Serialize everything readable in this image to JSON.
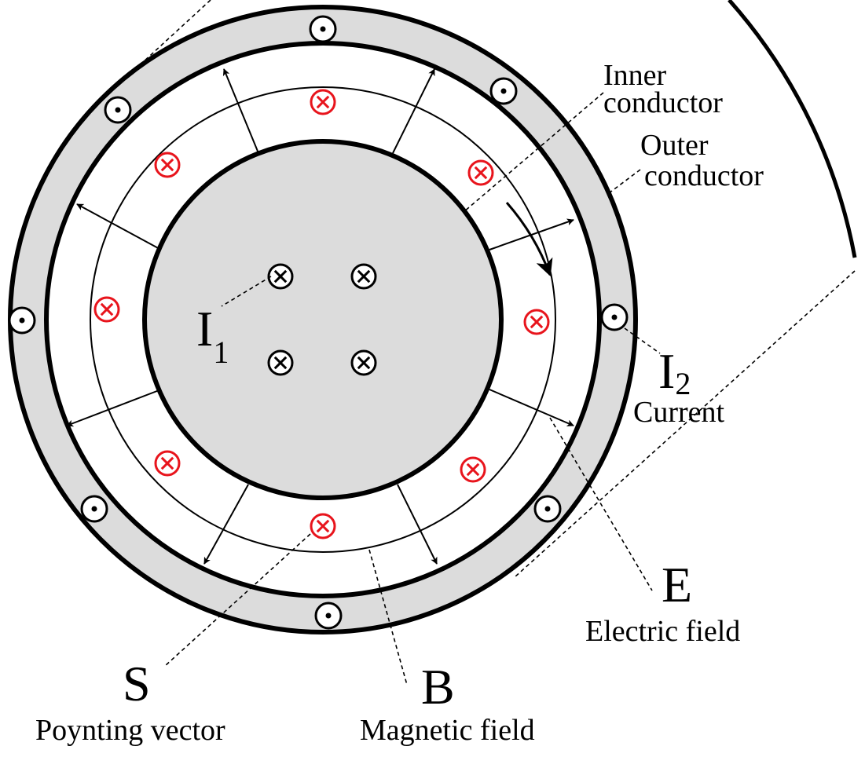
{
  "labels": {
    "inner_conductor": [
      "Inner",
      "conductor"
    ],
    "outer_conductor": [
      "Outer",
      "conductor"
    ],
    "i1_letter": "I",
    "i1_sub": "1",
    "i2_letter": "I",
    "i2_sub": "2",
    "current": "Current",
    "e_letter": "E",
    "electric_field": "Electric field",
    "s_letter": "S",
    "poynting_vector": "Poynting vector",
    "b_letter": "B",
    "magnetic_field": "Magnetic field"
  },
  "symbols": {
    "into_page": "circle-cross-icon",
    "out_of_page": "circle-dot-icon"
  },
  "colors": {
    "conductor_fill": "#dcdcdc",
    "magnetic_marker": "#e8141c",
    "stroke": "#000000"
  }
}
